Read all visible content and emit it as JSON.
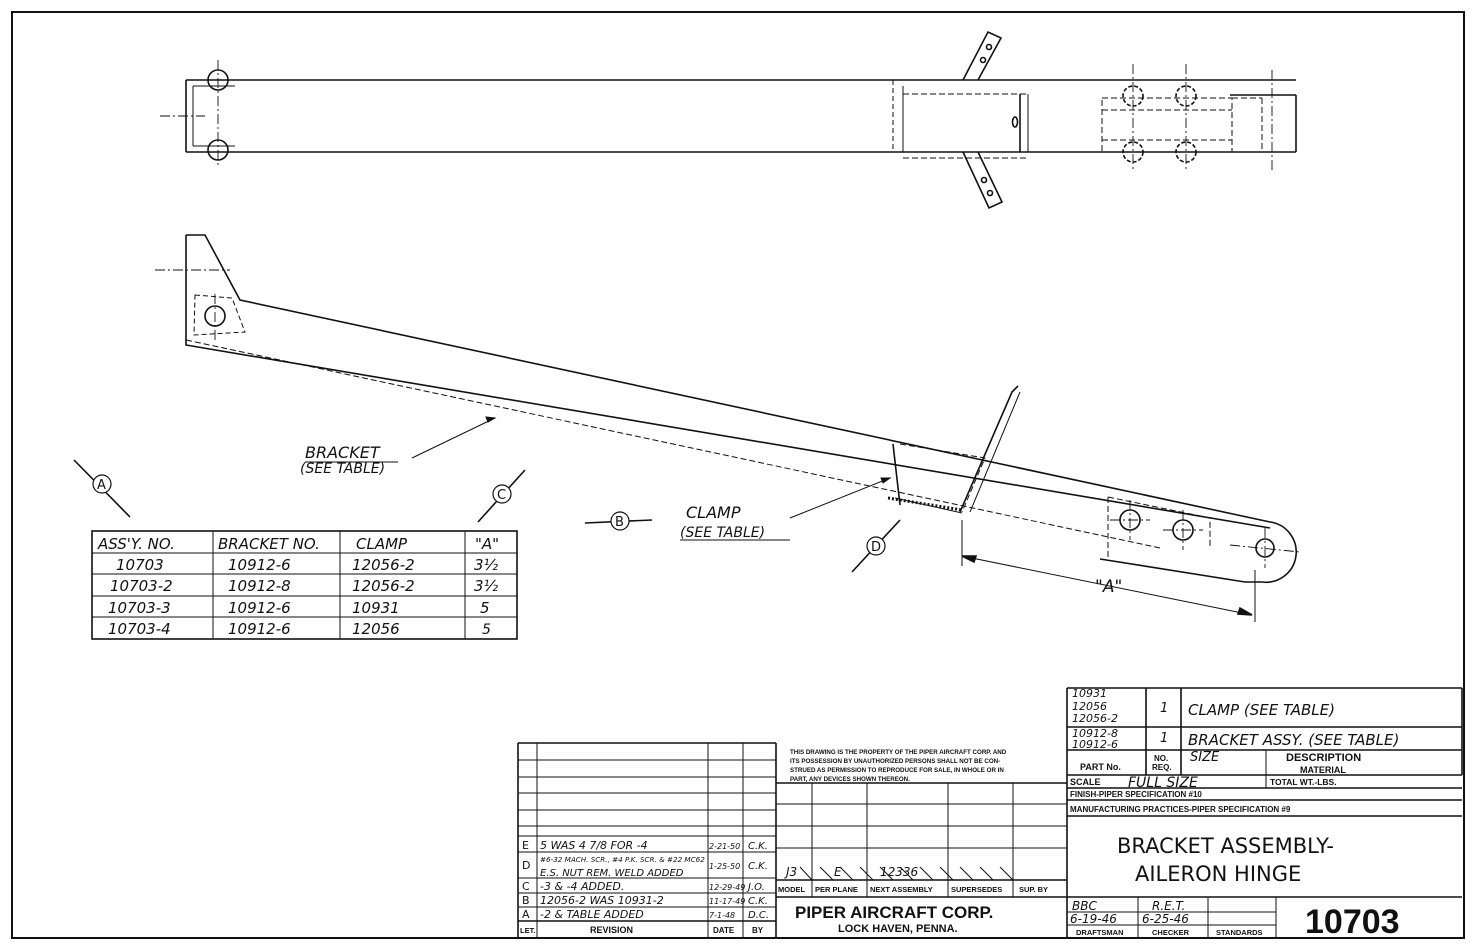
{
  "views": {
    "bracket_label": [
      "BRACKET",
      "(SEE TABLE)"
    ],
    "clamp_label": [
      "CLAMP",
      "(SEE TABLE)"
    ],
    "dimension_label": "\"A\"",
    "view_markers": [
      "A",
      "B",
      "C",
      "D"
    ]
  },
  "assembly_table": {
    "headers": [
      "ASS'Y. NO.",
      "BRACKET NO.",
      "CLAMP",
      "\"A\""
    ],
    "rows": [
      [
        "10703",
        "10912-6",
        "12056-2",
        "3½"
      ],
      [
        "10703-2",
        "10912-8",
        "12056-2",
        "3½"
      ],
      [
        "10703-3",
        "10912-6",
        "10931",
        "5"
      ],
      [
        "10703-4",
        "10912-6",
        "12056",
        "5"
      ]
    ]
  },
  "parts_list": {
    "rows": [
      {
        "part_nos": [
          "10931",
          "12056",
          "12056-2"
        ],
        "qty": "1",
        "description": "CLAMP (SEE TABLE)"
      },
      {
        "part_nos": [
          "10912-8",
          "10912-6"
        ],
        "qty": "1",
        "description": "BRACKET ASSY. (SEE TABLE)"
      }
    ],
    "size_text": "SIZE",
    "headers": {
      "part_no": "PART No.",
      "no_req": [
        "NO.",
        "REQ."
      ],
      "description": "DESCRIPTION",
      "material": "MATERIAL"
    }
  },
  "title_block": {
    "notice": [
      "THIS DRAWING IS THE PROPERTY OF THE PIPER AIRCRAFT CORP. AND",
      "ITS POSSESSION BY UNAUTHORIZED PERSONS SHALL NOT BE CON-",
      "STRUED AS PERMISSION TO REPRODUCE FOR SALE, IN WHOLE OR IN",
      "PART, ANY DEVICES SHOWN THEREON."
    ],
    "scale_label": "SCALE",
    "scale_value": "FULL SIZE",
    "total_wt_label": "TOTAL WT.-LBS.",
    "finish": "FINISH-PIPER SPECIFICATION #10",
    "mfg_practices": "MANUFACTURING PRACTICES-PIPER SPECIFICATION #9",
    "title": [
      "BRACKET ASSEMBLY-",
      "AILERON HINGE"
    ],
    "usage_headers": [
      "MODEL",
      "PER PLANE",
      "NEXT ASSEMBLY",
      "SUPERSEDES",
      "SUP. BY"
    ],
    "usage_values": [
      "J3",
      "E",
      "12336"
    ],
    "company": "PIPER AIRCRAFT CORP.",
    "location": "LOCK HAVEN, PENNA.",
    "draftsman": "BBC",
    "draftsman_date": "6-19-46",
    "checker": "R.E.T.",
    "checker_date": "6-25-46",
    "sign_labels": [
      "DRAFTSMAN",
      "CHECKER",
      "STANDARDS"
    ],
    "drawing_number": "10703"
  },
  "revisions": {
    "rows": [
      {
        "let": "E",
        "text": "5 WAS 4 7/8 FOR -4",
        "date": "2-21-50",
        "by": "C.K."
      },
      {
        "let": "D",
        "text": [
          "#6-32 MACH. SCR., #4 P.K. SCR. & #22 MC62",
          "E.S. NUT REM. WELD ADDED"
        ],
        "date": "1-25-50",
        "by": "C.K."
      },
      {
        "let": "C",
        "text": "-3 & -4 ADDED.",
        "date": "12-29-49",
        "by": "J.O."
      },
      {
        "let": "B",
        "text": "12056-2 WAS 10931-2",
        "date": "11-17-49",
        "by": "C.K."
      },
      {
        "let": "A",
        "text": "-2 & TABLE ADDED",
        "date": "7-1-48",
        "by": "D.C."
      }
    ],
    "headers": [
      "LET.",
      "REVISION",
      "DATE",
      "BY"
    ]
  }
}
